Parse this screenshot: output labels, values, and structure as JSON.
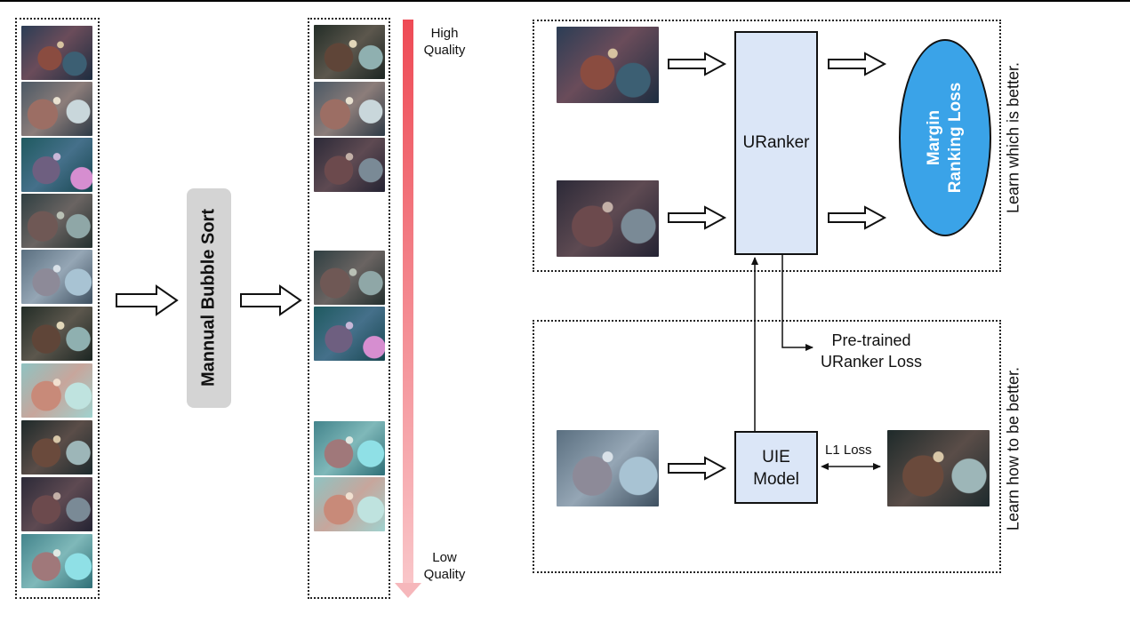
{
  "sort": {
    "label": "Mannual Bubble Sort"
  },
  "quality": {
    "high_line1": "High",
    "high_line2": "Quality",
    "low_line1": "Low",
    "low_line2": "Quality"
  },
  "uranker": {
    "label": "URanker"
  },
  "uie": {
    "line1": "UIE",
    "line2": "Model"
  },
  "loss": {
    "margin_line1": "Margin",
    "margin_line2": "Ranking Loss",
    "pretrained_line1": "Pre-trained",
    "pretrained_line2": "URanker Loss",
    "l1": "L1 Loss"
  },
  "side": {
    "top": "Learn which is better.",
    "bottom": "Learn how to be better."
  },
  "colors": {
    "gradient_top": "#ee4a55",
    "gradient_bottom": "#f9c6c9",
    "model_fill": "#dbe6f7",
    "loss_fill": "#3aa3e8",
    "sort_fill": "#d4d4d4"
  }
}
